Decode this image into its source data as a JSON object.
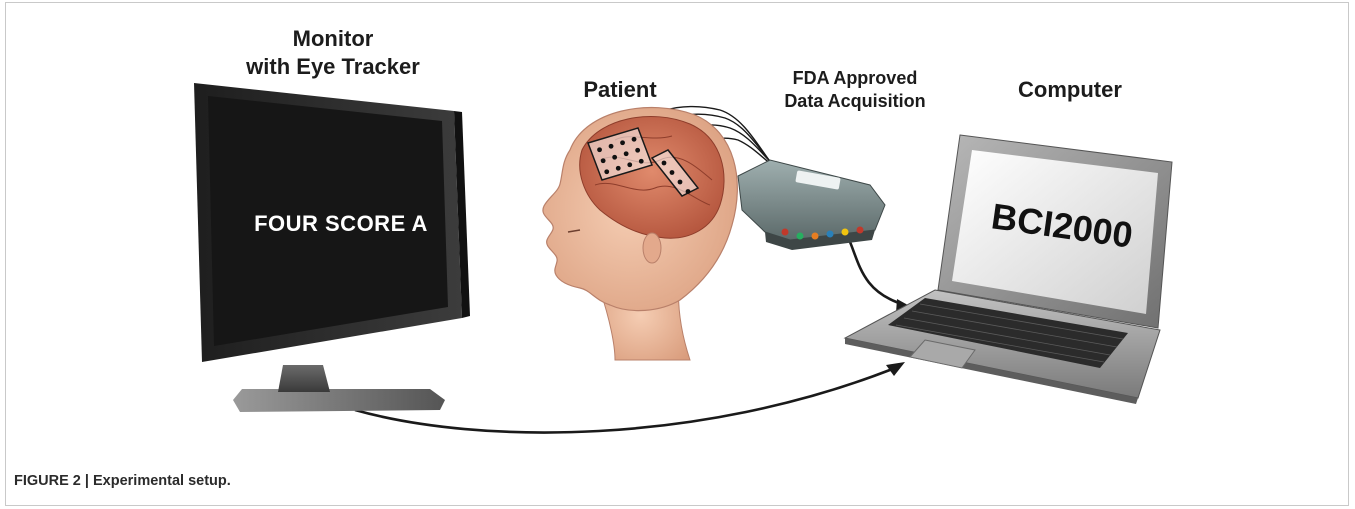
{
  "labels": {
    "monitor": "Monitor\nwith Eye Tracker",
    "patient": "Patient",
    "daq": "FDA Approved\nData Acquisition",
    "computer": "Computer"
  },
  "monitor_screen_text": "FOUR SCORE A",
  "laptop_screen_text": "BCI2000",
  "caption": "FIGURE 2 | Experimental setup.",
  "colors": {
    "monitor_bezel": "#2a2a2a",
    "monitor_screen": "#161616",
    "skin": "#e8b79a",
    "brain": "#c86a50",
    "daq_body": "#7d8c8c",
    "laptop_body": "#9a9a9a",
    "cable": "#1a1a1a"
  }
}
